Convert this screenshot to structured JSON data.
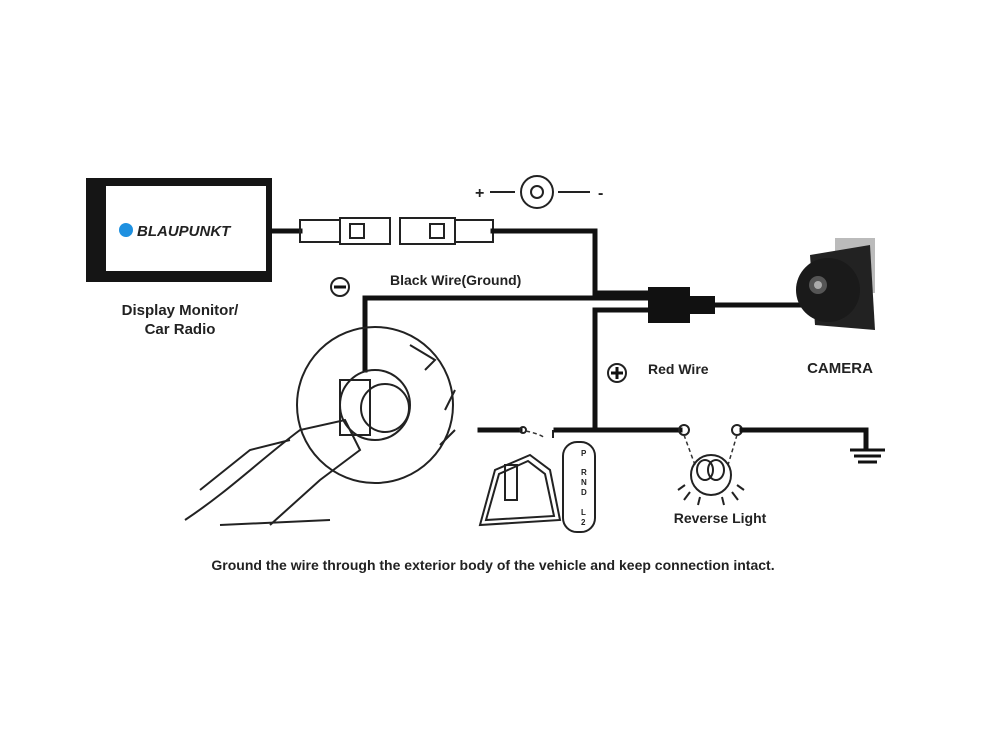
{
  "monitor": {
    "brand": "BLAUPUNKT",
    "label_line1": "Display Monitor/",
    "label_line2": "Car Radio",
    "brand_color": "#1e90e0"
  },
  "wires": {
    "black": "Black Wire(Ground)",
    "red": "Red Wire"
  },
  "polarity": {
    "plus": "+",
    "minus": "-",
    "negative_symbol": "−",
    "positive_symbol": "+"
  },
  "camera": {
    "label": "CAMERA"
  },
  "gear": {
    "positions": [
      "P",
      "R",
      "N",
      "D",
      "L",
      "2"
    ]
  },
  "light": {
    "label": "Reverse Light"
  },
  "caption": "Ground the wire through the exterior body of the vehicle and keep connection intact."
}
